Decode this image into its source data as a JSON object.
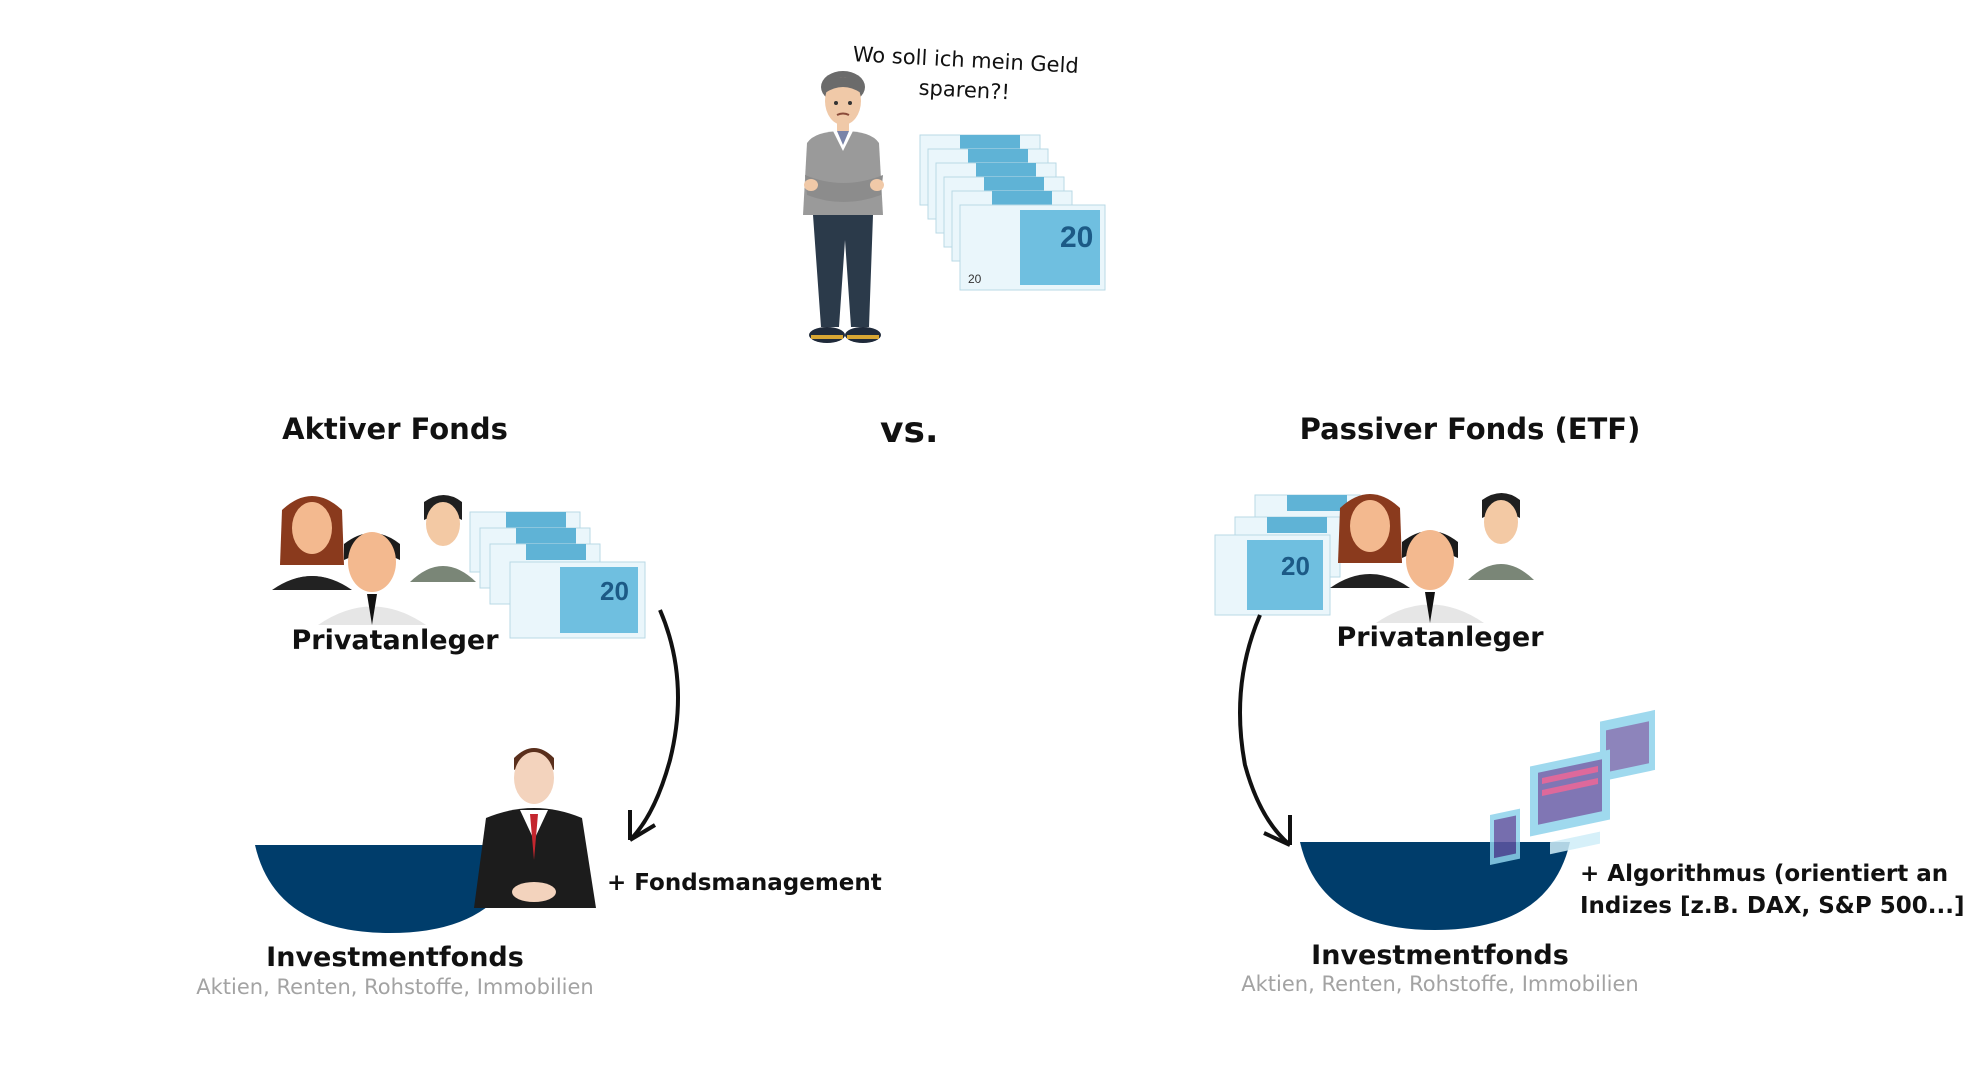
{
  "speech": {
    "line1": "Wo soll ich mein Geld",
    "line2": "sparen?!"
  },
  "vs": "vs.",
  "left": {
    "title": "Aktiver Fonds",
    "investors": "Privatanleger",
    "fund": "Investmentfonds",
    "fund_sub": "Aktien, Renten, Rohstoffe, Immobilien",
    "addon": "+ Fondsmanagement"
  },
  "right": {
    "title": "Passiver Fonds (ETF)",
    "investors": "Privatanleger",
    "fund": "Investmentfonds",
    "fund_sub": "Aktien, Renten, Rohstoffe, Immobilien",
    "addon_line1": "+ Algorithmus (orientiert an",
    "addon_line2": "Indizes [z.B. DAX, S&P 500...]"
  },
  "banknote": {
    "denomination": "20"
  },
  "colors": {
    "bowl": "#003d6b",
    "note_blue": "#5fb3d6",
    "note_light": "#bfe3f0",
    "grey_text": "#a3a3a3"
  },
  "icons": [
    "thinking-man-icon",
    "banknote-stack-icon",
    "investor-group-icon",
    "fund-manager-icon",
    "computer-screens-icon",
    "curved-arrow-icon"
  ]
}
